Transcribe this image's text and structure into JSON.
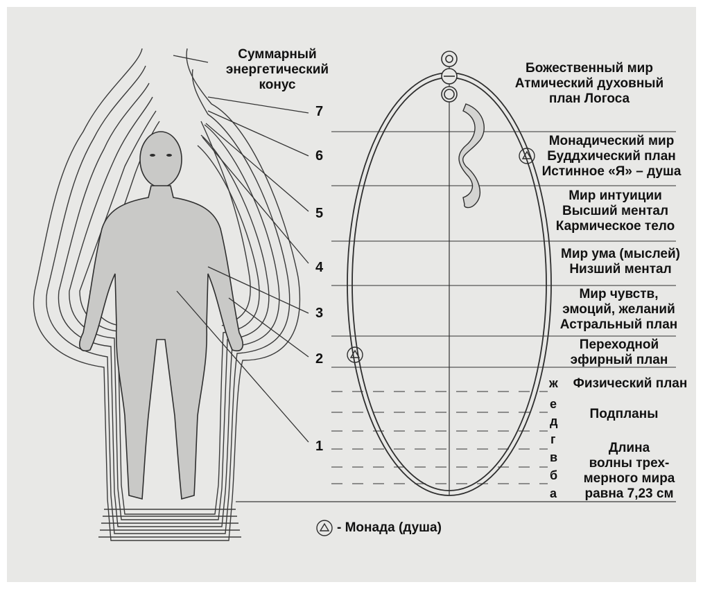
{
  "cone_label": [
    "Суммарный",
    "энергетический",
    "конус"
  ],
  "layer_numbers": [
    "7",
    "6",
    "5",
    "4",
    "3",
    "2",
    "1"
  ],
  "planes": [
    {
      "lines": [
        "Божественный мир",
        "Атмический духовный",
        "план Логоса"
      ]
    },
    {
      "lines": [
        "Монадический мир",
        "Буддхический план",
        "Истинное «Я» – душа"
      ]
    },
    {
      "lines": [
        "Мир интуиции",
        "Высший ментал",
        "Кармическое тело"
      ]
    },
    {
      "lines": [
        "Мир ума (мыслей)",
        "Низший ментал"
      ]
    },
    {
      "lines": [
        "Мир чувств,",
        "эмоций, желаний",
        "Астральный план"
      ]
    },
    {
      "lines": [
        "Переходной",
        "эфирный план"
      ]
    },
    {
      "lines": [
        "Физический план"
      ]
    }
  ],
  "subplane_letters": [
    "ж",
    "е",
    "д",
    "г",
    "в",
    "б",
    "а"
  ],
  "subplanes_label": "Подпланы",
  "wavelength_label": [
    "Длина",
    "волны трех-",
    "мерного мира",
    "равна 7,23 см"
  ],
  "legend_label": "- Монада (душа)",
  "colors": {
    "ink": "#2a2a2a",
    "paper": "#e9e9e7",
    "frame": "#ffffff"
  }
}
